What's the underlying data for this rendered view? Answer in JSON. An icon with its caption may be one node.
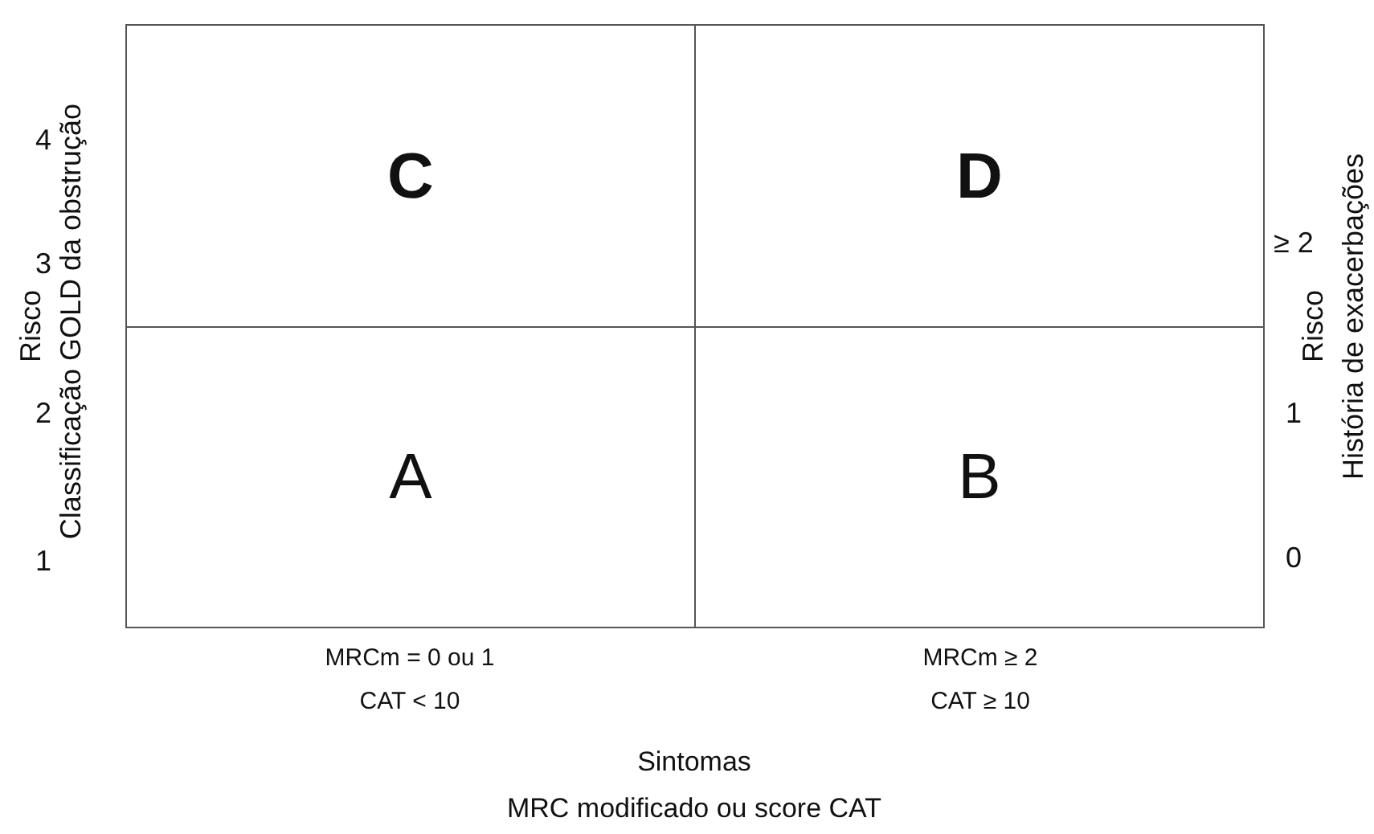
{
  "diagram": {
    "nodes": [
      {
        "text": [
          "C"
        ]
      },
      {
        "text": [
          "D"
        ]
      },
      {
        "text": [
          "A"
        ]
      },
      {
        "text": [
          "B"
        ]
      }
    ],
    "labels": [
      "Risco",
      "Classificação GOLD da obstrução",
      "4",
      "3",
      "2",
      "1",
      "≥ 2",
      "1",
      "0",
      "Risco",
      "História de exacerbações",
      "MRCm = 0 ou 1",
      "CAT < 10",
      "MRCm ≥ 2",
      "CAT ≥ 10",
      "Sintomas",
      "MRC modificado ou score CAT"
    ]
  }
}
